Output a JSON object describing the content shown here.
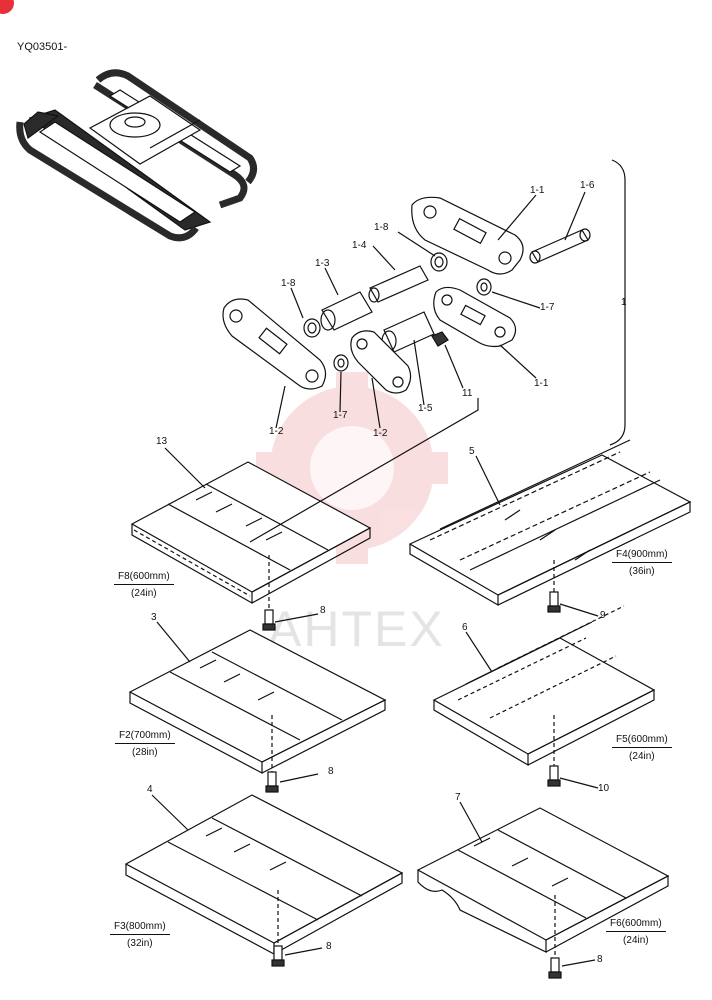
{
  "document_code": "YQ03501-",
  "watermark": "АНТЕХ",
  "colors": {
    "ink": "#111111",
    "watermark": "#f3b8bc",
    "badge": "#e8303a"
  },
  "part_labels": {
    "p1_1a": "1-1",
    "p1_6": "1-6",
    "p1_8a": "1-8",
    "p1_4": "1-4",
    "p1_3": "1-3",
    "p1_8b": "1-8",
    "p1_7a": "1-7",
    "p1": "1",
    "p1_1b": "1-1",
    "p11": "11",
    "p1_5": "1-5",
    "p1_7b": "1-7",
    "p1_2a": "1-2",
    "p1_2b": "1-2",
    "p13": "13",
    "p5": "5",
    "p8a": "8",
    "p9": "9",
    "p3": "3",
    "p6": "6",
    "p8b": "8",
    "p10": "10",
    "p4": "4",
    "p7": "7",
    "p8c": "8",
    "p8d": "8"
  },
  "shoe_captions": {
    "f8": {
      "title": "F8(600mm)",
      "sub": "(24in)"
    },
    "f4": {
      "title": "F4(900mm)",
      "sub": "(36in)"
    },
    "f2": {
      "title": "F2(700mm)",
      "sub": "(28in)"
    },
    "f5": {
      "title": "F5(600mm)",
      "sub": "(24in)"
    },
    "f3": {
      "title": "F3(800mm)",
      "sub": "(32in)"
    },
    "f6": {
      "title": "F6(600mm)",
      "sub": "(24in)"
    }
  }
}
